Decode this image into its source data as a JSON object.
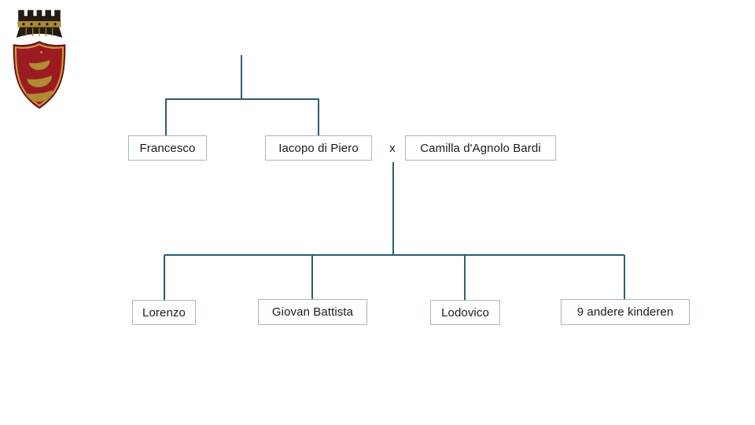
{
  "diagram": {
    "type": "family-tree",
    "language": "nl",
    "marriage_symbol": "x"
  },
  "colors": {
    "background": "#ffffff",
    "connector_line": "#2c5d76",
    "node_border": "#a3b8c4",
    "node_text": "#1b1b1b",
    "crest_shield_red": "#9c1a22",
    "crest_gold": "#b18b33",
    "crest_crown_dark": "#241b10"
  },
  "crest": {
    "icon": "coat-of-arms-icon",
    "description": "red shield with three gold crescents below a mural crown"
  },
  "nodes": {
    "francesco": "Francesco",
    "iacopo": "Iacopo di Piero",
    "marriage": "x",
    "camilla": "Camilla d'Agnolo Bardi",
    "lorenzo": "Lorenzo",
    "giovan_battista": "Giovan Battista",
    "lodovico": "Lodovico",
    "other_children": "9 andere kinderen"
  }
}
